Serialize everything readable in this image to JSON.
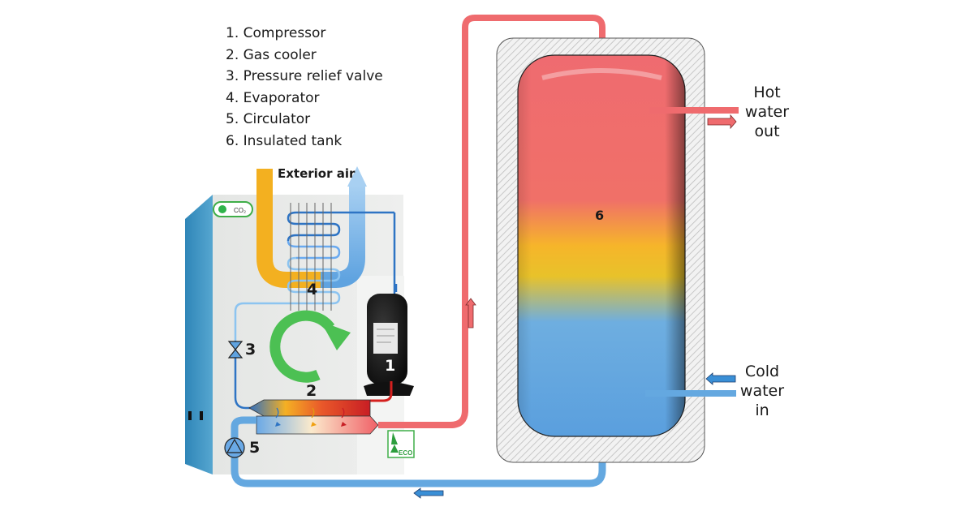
{
  "legend": [
    {
      "number": "1",
      "label": "1. Compressor"
    },
    {
      "number": "2",
      "label": "2. Gas cooler"
    },
    {
      "number": "3",
      "label": "3. Pressure relief valve"
    },
    {
      "number": "4",
      "label": "4. Evaporator"
    },
    {
      "number": "5",
      "label": "5. Circulator"
    },
    {
      "number": "6",
      "label": "6. Insulated tank"
    }
  ],
  "labels": {
    "exterior_air": "Exterior air",
    "hot_water": [
      "Hot",
      "water",
      "out"
    ],
    "cold_water": [
      "Cold",
      "water",
      "in"
    ],
    "n1": "1",
    "n2": "2",
    "n3": "3",
    "n4": "4",
    "n5": "5",
    "n6": "6"
  },
  "badges": {
    "co2": "CO₂",
    "eco": "ECO"
  },
  "colors": {
    "hot": "#ef6b6e",
    "cold": "#64a8e0",
    "warm": "#f5b31e",
    "refrigerant_dark": "#2e74c4",
    "refrigerant_light": "#8cc4f0",
    "cycle_arrow": "#4cc053",
    "unit_front": "#e6e8e6",
    "unit_side": "#3a8fbf"
  }
}
